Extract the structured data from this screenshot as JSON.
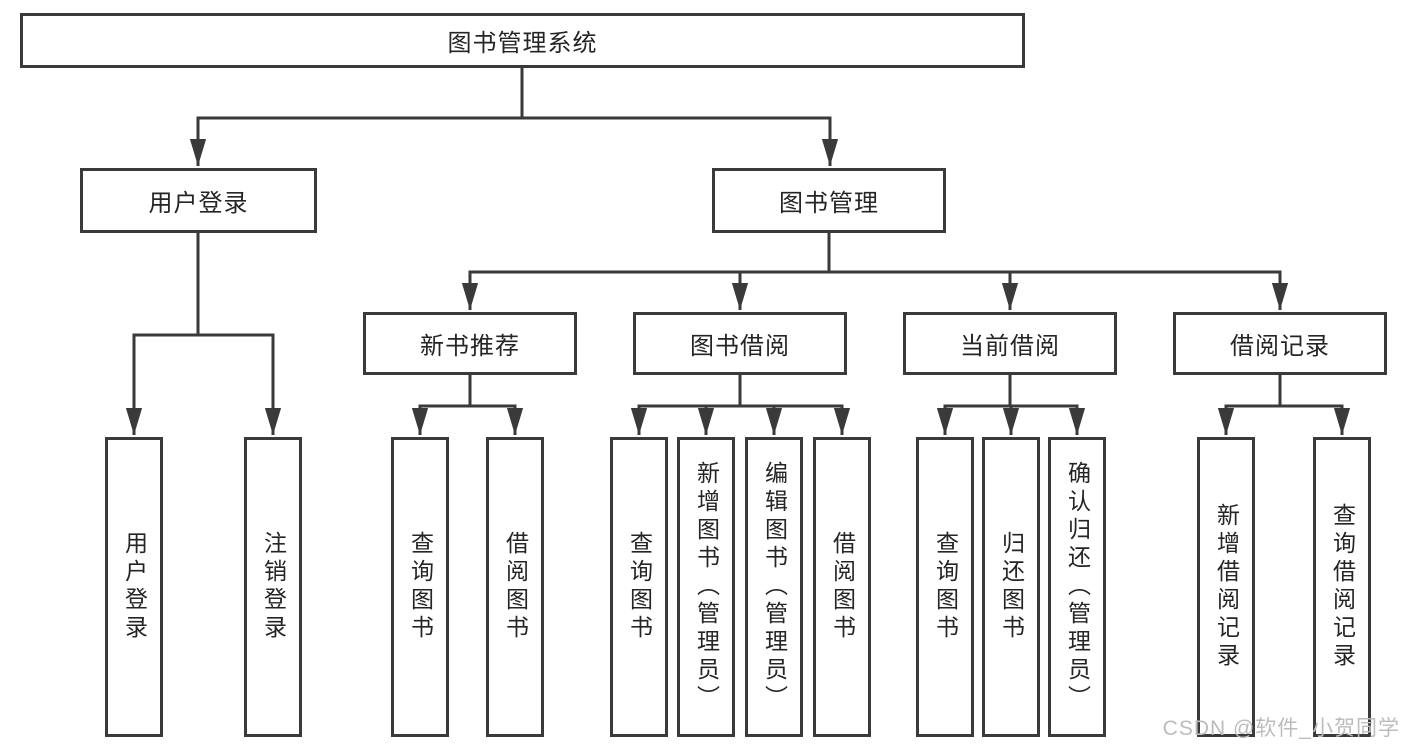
{
  "diagram": {
    "title": "图书管理系统",
    "colors": {
      "line": "#3a3a3a",
      "box_border": "#3a3a3a",
      "box_fill": "#ffffff",
      "text": "#252525",
      "watermark": "#bcbcbc",
      "background": "#ffffff"
    },
    "tree": {
      "label": "图书管理系统",
      "children": [
        {
          "label": "用户登录",
          "children": [
            {
              "label": "用户登录"
            },
            {
              "label": "注销登录"
            }
          ]
        },
        {
          "label": "图书管理",
          "children": [
            {
              "label": "新书推荐",
              "children": [
                {
                  "label": "查询图书"
                },
                {
                  "label": "借阅图书"
                }
              ]
            },
            {
              "label": "图书借阅",
              "children": [
                {
                  "label": "查询图书"
                },
                {
                  "label": "新增图书（管理员）"
                },
                {
                  "label": "编辑图书（管理员）"
                },
                {
                  "label": "借阅图书"
                }
              ]
            },
            {
              "label": "当前借阅",
              "children": [
                {
                  "label": "查询图书"
                },
                {
                  "label": "归还图书"
                },
                {
                  "label": "确认归还（管理员）"
                }
              ]
            },
            {
              "label": "借阅记录",
              "children": [
                {
                  "label": "新增借阅记录"
                },
                {
                  "label": "查询借阅记录"
                }
              ]
            }
          ]
        }
      ]
    },
    "watermark": {
      "text": "CSDN @软件_小贺同学"
    }
  }
}
